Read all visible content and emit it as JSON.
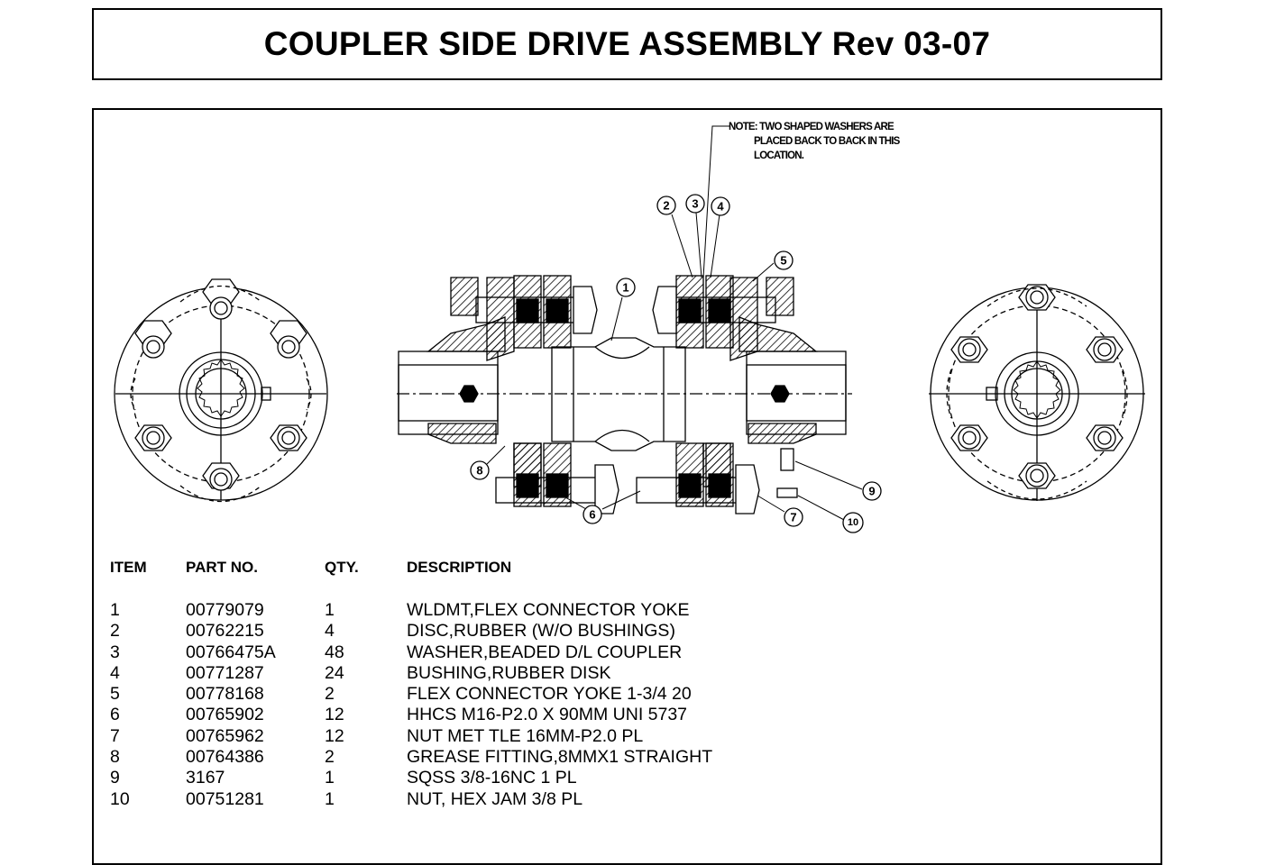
{
  "title": "COUPLER SIDE DRIVE ASSEMBLY Rev 03-07",
  "note": {
    "line1": "NOTE:  TWO SHAPED WASHERS ARE",
    "line2": "PLACED BACK TO BACK IN THIS",
    "line3": "LOCATION."
  },
  "callouts": [
    "1",
    "2",
    "3",
    "4",
    "5",
    "6",
    "7",
    "8",
    "9",
    "10"
  ],
  "parts_table": {
    "headers": {
      "item": "ITEM",
      "part_no": "PART NO.",
      "qty": "QTY.",
      "description": "DESCRIPTION"
    },
    "rows": [
      {
        "item": "1",
        "part_no": "00779079",
        "qty": "1",
        "description": "WLDMT,FLEX CONNECTOR YOKE"
      },
      {
        "item": "2",
        "part_no": "00762215",
        "qty": "4",
        "description": "DISC,RUBBER (W/O BUSHINGS)"
      },
      {
        "item": "3",
        "part_no": "00766475A",
        "qty": "48",
        "description": "WASHER,BEADED D/L COUPLER"
      },
      {
        "item": "4",
        "part_no": "00771287",
        "qty": "24",
        "description": "BUSHING,RUBBER DISK"
      },
      {
        "item": "5",
        "part_no": "00778168",
        "qty": "2",
        "description": "FLEX CONNECTOR YOKE 1-3/4 20"
      },
      {
        "item": "6",
        "part_no": "00765902",
        "qty": "12",
        "description": "HHCS M16-P2.0 X 90MM UNI 5737"
      },
      {
        "item": "7",
        "part_no": "00765962",
        "qty": "12",
        "description": "NUT MET TLE 16MM-P2.0 PL"
      },
      {
        "item": "8",
        "part_no": "00764386",
        "qty": "2",
        "description": "GREASE FITTING,8MMX1 STRAIGHT"
      },
      {
        "item": "9",
        "part_no": "3167",
        "qty": "1",
        "description": "SQSS 3/8-16NC 1 PL"
      },
      {
        "item": "10",
        "part_no": "00751281",
        "qty": "1",
        "description": "NUT, HEX JAM 3/8 PL"
      }
    ]
  }
}
